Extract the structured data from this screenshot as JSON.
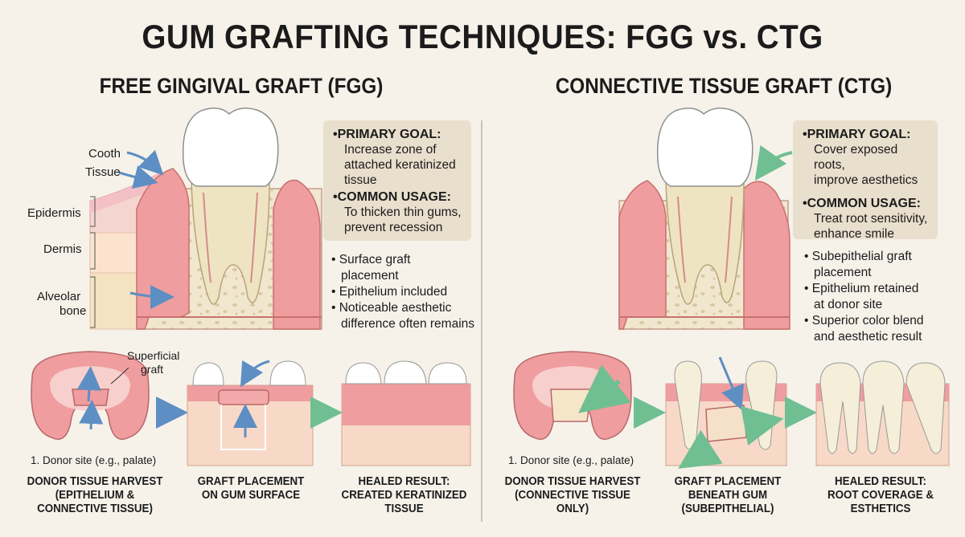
{
  "title": "GUM GRAFTING TECHNIQUES: FGG vs. CTG",
  "fgg": {
    "title": "FREE GINGIVAL GRAFT (FGG)",
    "labels": {
      "cooth": "Cooth",
      "tissue": "Tissue",
      "epidermis": "Epidermis",
      "dermis": "Dermis",
      "alveolar1": "Alveolar",
      "alveolar2": "bone",
      "superficial1": "Superficial",
      "superficial2": "graft"
    },
    "primary_goal_label": "PRIMARY GOAL:",
    "primary_goal": [
      "Increase zone of",
      "attached keratinized",
      "tissue"
    ],
    "usage_label": "COMMON USAGE:",
    "usage": [
      "To thicken thin gums,",
      "prevent recession"
    ],
    "bullets": [
      [
        "Surface graft",
        "placement"
      ],
      [
        "Epithelium included"
      ],
      [
        "Noticeable aesthetic",
        "difference often remains"
      ]
    ],
    "donor_note": "1. Donor site (e.g., palate)",
    "steps": [
      [
        "DONOR TISSUE HARVEST",
        "(EPITHELIUM &",
        "CONNECTIVE TISSUE)"
      ],
      [
        "GRAFT PLACEMENT",
        "ON GUM SURFACE"
      ],
      [
        "HEALED RESULT:",
        "CREATED KERATINIZED",
        "TISSUE"
      ]
    ]
  },
  "ctg": {
    "title": "CONNECTIVE TISSUE GRAFT (CTG)",
    "primary_goal_label": "PRIMARY GOAL:",
    "primary_goal": [
      "Cover exposed roots,",
      "improve aesthetics"
    ],
    "usage_label": "COMMON USAGE:",
    "usage": [
      "Treat root sensitivity,",
      "enhance smile"
    ],
    "bullets": [
      [
        "Subepithelial graft",
        "placement"
      ],
      [
        "Epithelium retained",
        "at donor site"
      ],
      [
        "Superior color blend",
        "and aesthetic result"
      ]
    ],
    "donor_note": "1. Donor site (e.g., palate)",
    "steps": [
      [
        "DONOR TISSUE HARVEST",
        "(CONNECTIVE TISSUE",
        "ONLY)"
      ],
      [
        "GRAFT PLACEMENT",
        "BENEATH GUM",
        "(SUBEPITHELIAL)"
      ],
      [
        "HEALED RESULT:",
        "ROOT COVERAGE &",
        "ESTHETICS"
      ]
    ]
  },
  "colors": {
    "background": "#f6f2ea",
    "gum": "#ef9d9f",
    "gum_light": "#f5c7c2",
    "bone": "#f1e7cf",
    "tooth": "#ffffff",
    "root": "#efe4c1",
    "infobox": "#e9dfcd",
    "blue_arrow": "#5d8ec4",
    "green_arrow": "#7cc39a"
  }
}
